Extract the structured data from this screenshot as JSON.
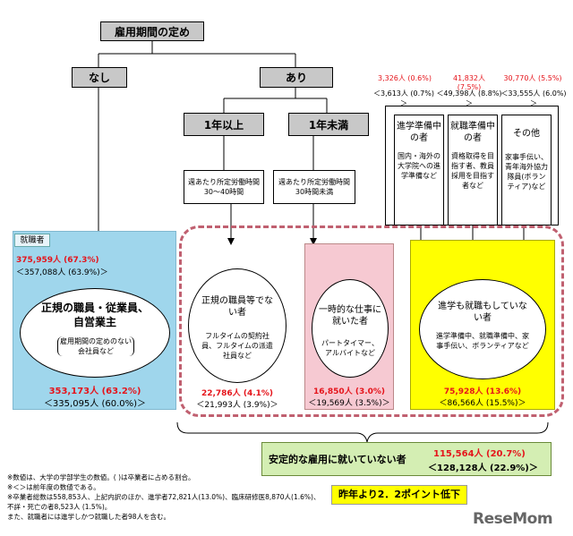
{
  "top": {
    "root": "雇用期間の定め",
    "nashi": "なし",
    "ari": "あり",
    "over1": "1年以上",
    "under1": "1年未満"
  },
  "hours": {
    "a_line1": "週あたり所定労働時間",
    "a_line2": "30～40時間",
    "b_line1": "週あたり所定労働時間",
    "b_line2": "30時間未満"
  },
  "others": [
    {
      "pct": "3,326人 (0.6%)",
      "prev": "＜3,613人 (0.7%)＞",
      "title": "進学準備中の者",
      "desc": "国内・海外の大学院への進学準備など"
    },
    {
      "pct": "41,832人 (7.5%)",
      "prev": "＜49,398人 (8.8%)＞",
      "title": "就職準備中の者",
      "desc": "資格取得を目指す者、教員採用を目指す者など"
    },
    {
      "pct": "30,770人 (5.5%)",
      "prev": "＜33,555人 (6.0%)＞",
      "title": "その他",
      "desc": "家事手伝い、青年海外協力隊員(ボランティア)など"
    }
  ],
  "employed": {
    "tag": "就職者",
    "total": "375,959人 (67.3%)",
    "total_prev": "＜357,088人 (63.9%)＞",
    "title_1": "正規の職員・従業員、",
    "title_2": "自営業主",
    "sub": "雇用期間の定めのない会社員など",
    "value": "353,173人 (63.2%)",
    "prev": "＜335,095人 (60.0%)＞"
  },
  "nonregular": {
    "title": "正規の職員等でない者",
    "sub": "フルタイムの契約社員、フルタイムの派遣社員など",
    "value": "22,786人 (4.1%)",
    "prev": "＜21,993人 (3.9%)＞"
  },
  "temporary": {
    "title": "一時的な仕事に就いた者",
    "sub": "パートタイマー、アルバイトなど",
    "value": "16,850人 (3.0%)",
    "prev": "＜19,569人 (3.5%)＞"
  },
  "neither": {
    "title": "進学も就職もしていない者",
    "sub": "進学準備中、就職準備中、家事手伝い、ボランティアなど",
    "value": "75,928人 (13.6%)",
    "prev": "＜86,566人 (15.5%)＞"
  },
  "unstable": {
    "label": "安定的な雇用に就いていない者",
    "value": "115,564人 (20.7%)",
    "prev": "＜128,128人 (22.9%)＞",
    "change": "昨年より2．2ポイント低下"
  },
  "notes": [
    "※数値は、大学の学部学生の数値。( )は卒業者に占める割合。",
    "※＜＞は前年度の数値である。",
    "※卒業者総数は558,853人、上記内訳のほか、進学者72,821人(13.0%)、臨床研修医8,870人(1.6%)、",
    "不詳・死亡の者8,523人 (1.5%)。",
    "また、就職者には進学しかつ就職した者98人を含む。"
  ],
  "watermark": "ReseMom",
  "colors": {
    "employed_bg": "#9fd6ec",
    "temporary_bg": "#f6c9d2",
    "neither_bg": "#ffff00",
    "unstable_bg": "#d4eeb3",
    "dash": "#c06070"
  }
}
